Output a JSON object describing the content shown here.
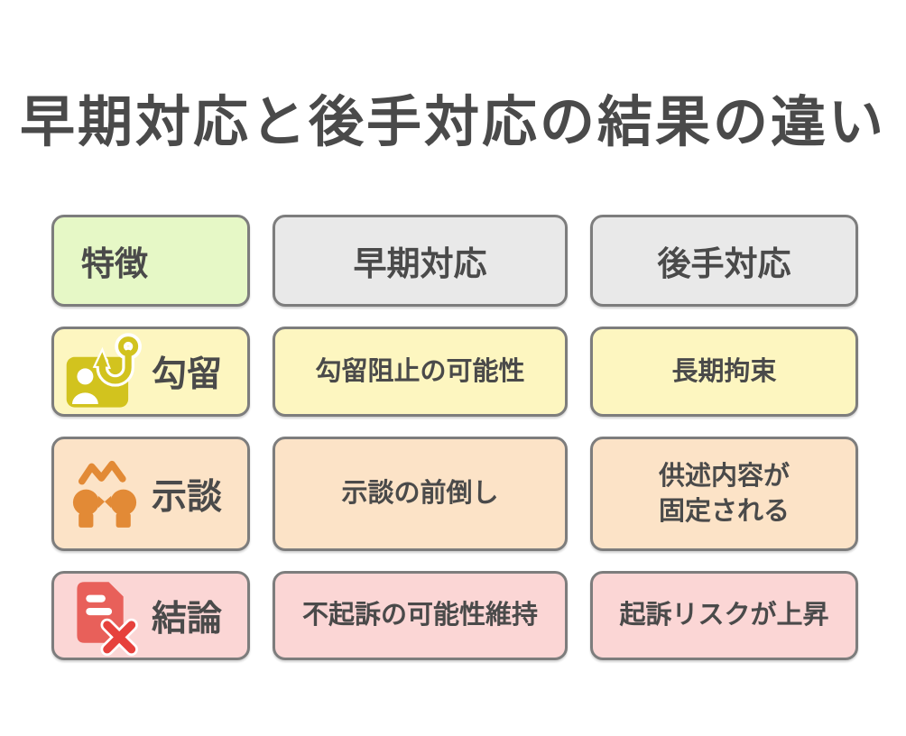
{
  "title": "早期対応と後手対応の結果の違い",
  "table": {
    "header": {
      "feature": "特徴",
      "early": "早期対応",
      "late": "後手対応"
    },
    "rows": [
      {
        "id": "koryu",
        "label": "勾留",
        "icon": "id-card-hook-icon",
        "early": "勾留阻止の可能性",
        "late": "長期拘束"
      },
      {
        "id": "jidan",
        "label": "示談",
        "icon": "two-people-negotiation-icon",
        "early": "示談の前倒し",
        "late": [
          "供述内容が",
          "固定される"
        ]
      },
      {
        "id": "ketsuron",
        "label": "結論",
        "icon": "rejected-document-icon",
        "early": "不起訴の可能性維持",
        "late": "起訴リスクが上昇"
      }
    ]
  },
  "colors": {
    "page-bg": "#ffffff",
    "text": "#4a4a4a",
    "box-border": "#7d7d7d",
    "header-feature-bg": "#e6f8c6",
    "header-col-bg": "#e9e9e9",
    "row-koryu-bg": "#fdf6c0",
    "row-jidan-bg": "#fce3c7",
    "row-ketsuron-bg": "#fbd6d5",
    "icon-card-yellow": "#d2c31e",
    "icon-people-orange": "#e28a36",
    "icon-doc-red": "#e8605a",
    "icon-x-red": "#e6413c"
  }
}
